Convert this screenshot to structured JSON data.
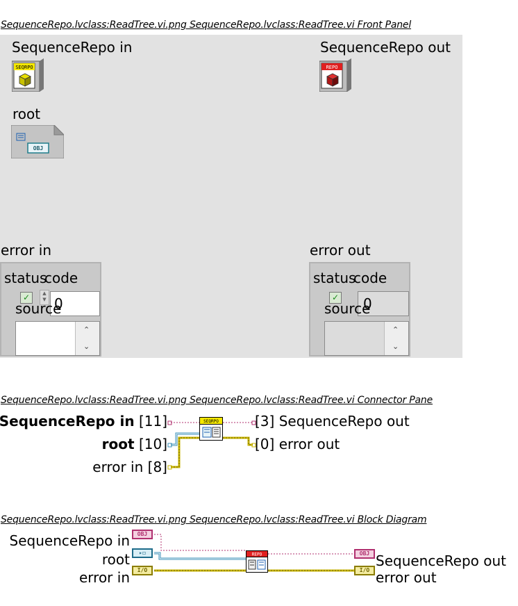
{
  "front_panel": {
    "caption": "SequenceRepo.lvclass:ReadTree.vi.png  SequenceRepo.lvclass:ReadTree.vi Front Panel",
    "controls": {
      "seqrepo_in_label": "SequenceRepo in",
      "seqrepo_in_icon_text": "SEQRPO",
      "seqrepo_out_label": "SequenceRepo out",
      "seqrepo_out_icon_text": "REPO",
      "root_label": "root",
      "root_icon_text": "OBJ"
    },
    "error_in": {
      "label": "error in",
      "status_label": "status",
      "code_label": "code",
      "code_value": "0",
      "source_label": "source"
    },
    "error_out": {
      "label": "error out",
      "status_label": "status",
      "code_label": "code",
      "code_value": "0",
      "source_label": "source"
    }
  },
  "connector_pane": {
    "caption": "SequenceRepo.lvclass:ReadTree.vi.png  SequenceRepo.lvclass:ReadTree.vi Connector Pane",
    "inputs": [
      {
        "name": "SequenceRepo in",
        "index": "[11]"
      },
      {
        "name": "root",
        "index": "[10]"
      },
      {
        "name": "error in",
        "index": "[8]"
      }
    ],
    "outputs": [
      {
        "name": "SequenceRepo out",
        "index": "[3]"
      },
      {
        "name": "error out",
        "index": "[0]"
      }
    ],
    "icon_text": "SEQRPO"
  },
  "block_diagram": {
    "caption": "SequenceRepo.lvclass:ReadTree.vi.png  SequenceRepo.lvclass:ReadTree.vi Block Diagram",
    "inputs": [
      "SequenceRepo in",
      "root",
      "error in"
    ],
    "outputs": [
      "SequenceRepo out",
      "error out"
    ],
    "terminals": {
      "obj": "OBJ",
      "err": "I/O",
      "node_text": "REPO"
    }
  },
  "colors": {
    "panel_bg": "#e2e2e2",
    "class_wire": "#b0306f",
    "object_wire": "#3a8fb8",
    "error_wire": "#c8b400",
    "repo_red": "#e02020",
    "seqrpo_yellow": "#f5e800"
  }
}
